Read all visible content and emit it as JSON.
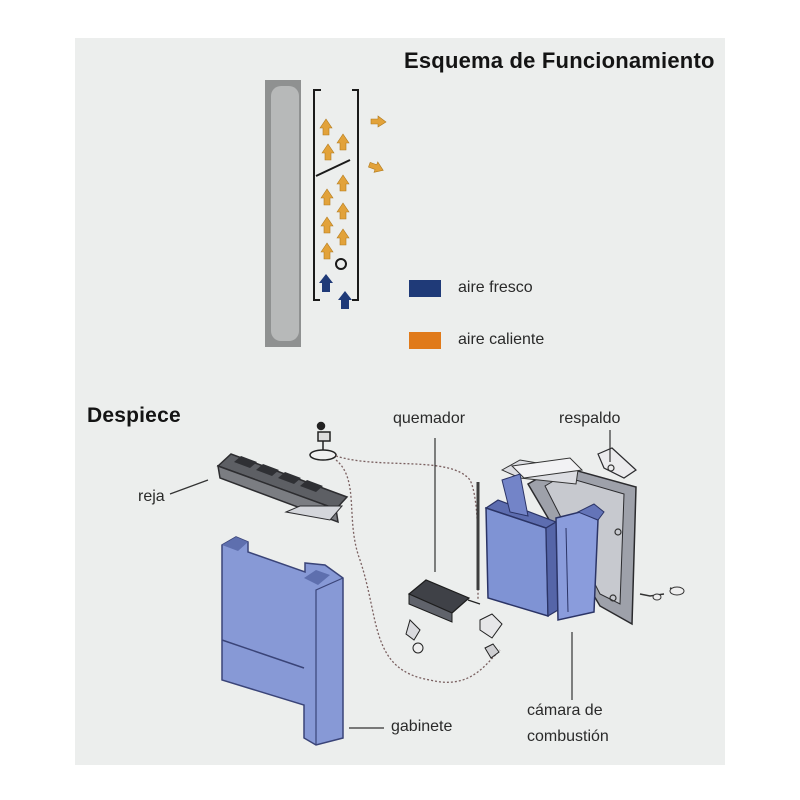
{
  "header": {
    "title": "Esquema de Funcionamiento"
  },
  "legend": {
    "items": [
      {
        "label": "aire fresco",
        "color": "#1f3a78"
      },
      {
        "label": "aire caliente",
        "color": "#e07a1a"
      }
    ]
  },
  "section": {
    "title": "Despiece"
  },
  "parts": {
    "reja": "reja",
    "quemador": "quemador",
    "respaldo": "respaldo",
    "gabinete": "gabinete",
    "camara_line1": "cámara de",
    "camara_line2": "combustión"
  },
  "colors": {
    "panel_bg": "#eceeed",
    "wall_gray": "#9a9c9c",
    "cabinet_blue": "#7f93d2",
    "cabinet_dark": "#4e5f9e",
    "cool_air": "#1f3a78",
    "hot_air": "#e2a23a"
  }
}
